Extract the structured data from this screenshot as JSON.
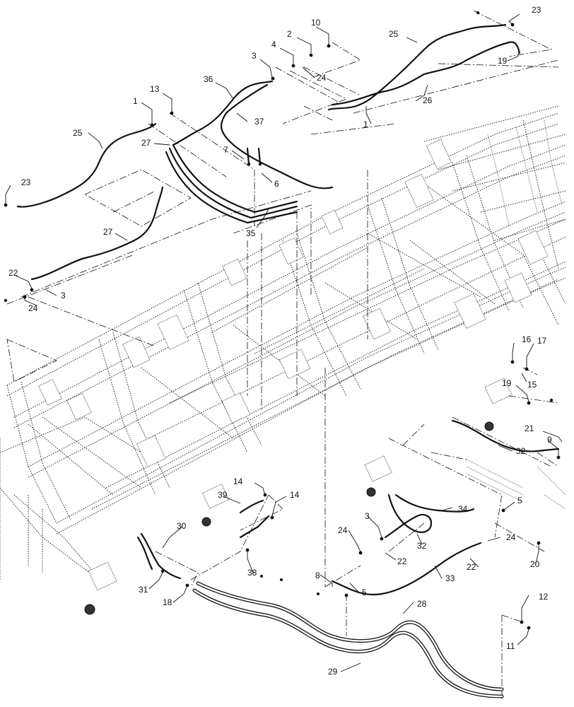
{
  "callouts": [
    {
      "label": "10"
    },
    {
      "label": "23"
    },
    {
      "label": "2"
    },
    {
      "label": "25"
    },
    {
      "label": "4"
    },
    {
      "label": "3"
    },
    {
      "label": "24"
    },
    {
      "label": "19"
    },
    {
      "label": "36"
    },
    {
      "label": "26"
    },
    {
      "label": "13"
    },
    {
      "label": "1"
    },
    {
      "label": "37"
    },
    {
      "label": "1"
    },
    {
      "label": "25"
    },
    {
      "label": "27"
    },
    {
      "label": "7"
    },
    {
      "label": "6"
    },
    {
      "label": "23"
    },
    {
      "label": "35"
    },
    {
      "label": "27"
    },
    {
      "label": "22"
    },
    {
      "label": "3"
    },
    {
      "label": "24"
    },
    {
      "label": "16"
    },
    {
      "label": "17"
    },
    {
      "label": "15"
    },
    {
      "label": "19"
    },
    {
      "label": "21"
    },
    {
      "label": "9"
    },
    {
      "label": "32"
    },
    {
      "label": "14"
    },
    {
      "label": "14"
    },
    {
      "label": "39"
    },
    {
      "label": "34"
    },
    {
      "label": "5"
    },
    {
      "label": "30"
    },
    {
      "label": "3"
    },
    {
      "label": "24"
    },
    {
      "label": "24"
    },
    {
      "label": "22"
    },
    {
      "label": "22"
    },
    {
      "label": "32"
    },
    {
      "label": "38"
    },
    {
      "label": "20"
    },
    {
      "label": "31"
    },
    {
      "label": "5"
    },
    {
      "label": "33"
    },
    {
      "label": "18"
    },
    {
      "label": "8"
    },
    {
      "label": "28"
    },
    {
      "label": "12"
    },
    {
      "label": "29"
    },
    {
      "label": "11"
    }
  ]
}
